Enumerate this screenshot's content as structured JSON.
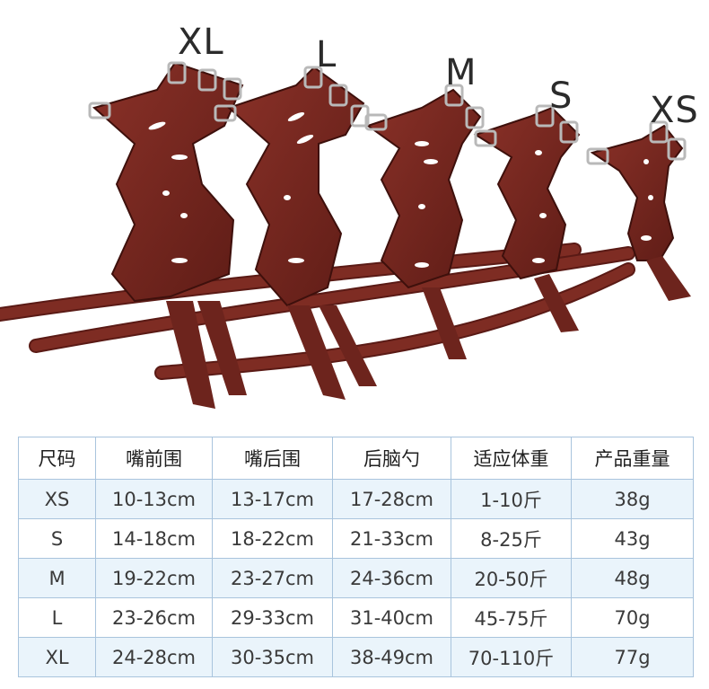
{
  "size_labels": [
    "XL",
    "L",
    "M",
    "S",
    "XS"
  ],
  "colors": {
    "leather": "#7a2a22",
    "leather_dark": "#4e1612",
    "table_border": "#a9c4dd",
    "row_tint": "#eaf4fb"
  },
  "table": {
    "headers": [
      "尺码",
      "嘴前围",
      "嘴后围",
      "后脑勺",
      "适应体重",
      "产品重量"
    ],
    "rows": [
      [
        "XS",
        "10-13cm",
        "13-17cm",
        "17-28cm",
        "1-10斤",
        "38g"
      ],
      [
        "S",
        "14-18cm",
        "18-22cm",
        "21-33cm",
        "8-25斤",
        "43g"
      ],
      [
        "M",
        "19-22cm",
        "23-27cm",
        "24-36cm",
        "20-50斤",
        "48g"
      ],
      [
        "L",
        "23-26cm",
        "29-33cm",
        "31-40cm",
        "45-75斤",
        "70g"
      ],
      [
        "XL",
        "24-28cm",
        "30-35cm",
        "38-49cm",
        "70-110斤",
        "77g"
      ]
    ]
  }
}
